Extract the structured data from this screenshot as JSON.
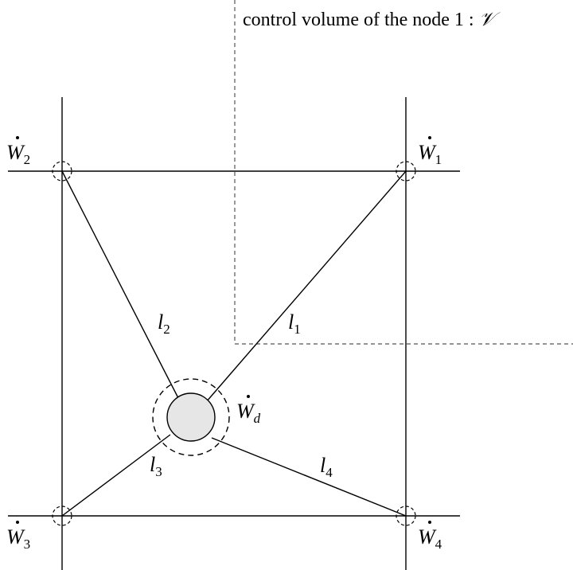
{
  "caption": {
    "text": "control volume of the node 1 : ",
    "symbol": "𝒱"
  },
  "nodes": {
    "w1": {
      "main": "W",
      "sub": "1"
    },
    "w2": {
      "main": "W",
      "sub": "2"
    },
    "w3": {
      "main": "W",
      "sub": "3"
    },
    "w4": {
      "main": "W",
      "sub": "4"
    },
    "wd": {
      "main": "W",
      "sub": "d"
    }
  },
  "links": {
    "l1": {
      "main": "l",
      "sub": "1"
    },
    "l2": {
      "main": "l",
      "sub": "2"
    },
    "l3": {
      "main": "l",
      "sub": "3"
    },
    "l4": {
      "main": "l",
      "sub": "4"
    }
  },
  "colors": {
    "line": "#000000",
    "center_fill": "#e6e6e6",
    "dashed": "#555555"
  }
}
